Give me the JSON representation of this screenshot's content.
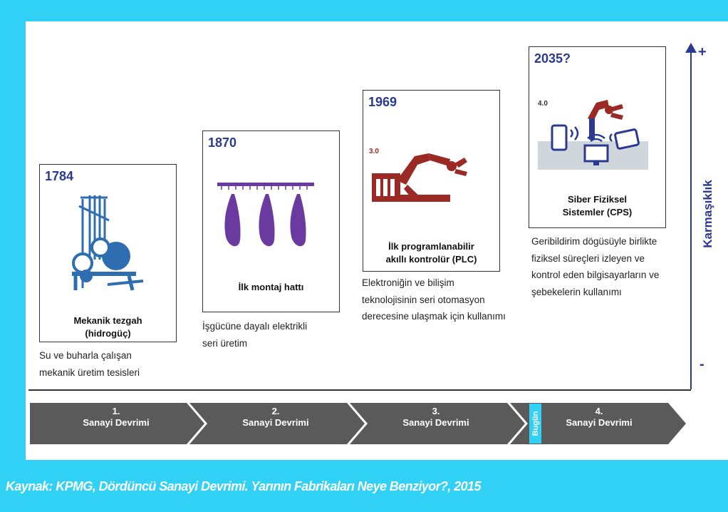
{
  "axis": {
    "label": "Karmaşıklık",
    "plus": "+",
    "minus": "-"
  },
  "eras": [
    {
      "year": "1784",
      "title": "Mekanik tezgah\n(hidrogüç)",
      "description": "Su ve buharla çalışan\nmekanik üretim tesisleri",
      "icon": "loom-icon"
    },
    {
      "year": "1870",
      "title": "İlk montaj hattı",
      "description": "İşgücüne dayalı elektrikli\nseri üretim",
      "icon": "assembly-line-icon"
    },
    {
      "year": "1969",
      "title": "İlk programlanabilir\nakıllı kontrolür (PLC)",
      "description": "Elektroniğin ve bilişim\nteknolojisinin seri otomasyon\nderecesine ulaşmak için kullanımı",
      "icon": "robot-arm-icon",
      "icon_caption": "3.0"
    },
    {
      "year": "2035?",
      "title": "Siber Fiziksel\nSistemler (CPS)",
      "description": "Geribildirim dögüsüyle birlikte\nfiziksel süreçleri izleyen ve\nkontrol eden bilgisayarların ve\nşebekelerin kullanımı",
      "icon": "cyber-physical-icon",
      "icon_caption": "4.0"
    }
  ],
  "revolutions": [
    {
      "label": "1.\nSanayi Devrimi"
    },
    {
      "label": "2.\nSanayi Devrimi"
    },
    {
      "label": "3.\nSanayi Devrimi"
    },
    {
      "label": "4.\nSanayi Devrimi"
    }
  ],
  "today_label": "Bugün",
  "source": "Kaynak: KPMG, Dördüncü Sanayi Devrimi. Yarının Fabrikaları Neye Benziyor?, 2015",
  "colors": {
    "background": "#31d0f5",
    "accent": "#2b3990",
    "chevron": "#5a5a5a",
    "industrial_red": "#9c2a24",
    "purple": "#6a3aa0"
  }
}
